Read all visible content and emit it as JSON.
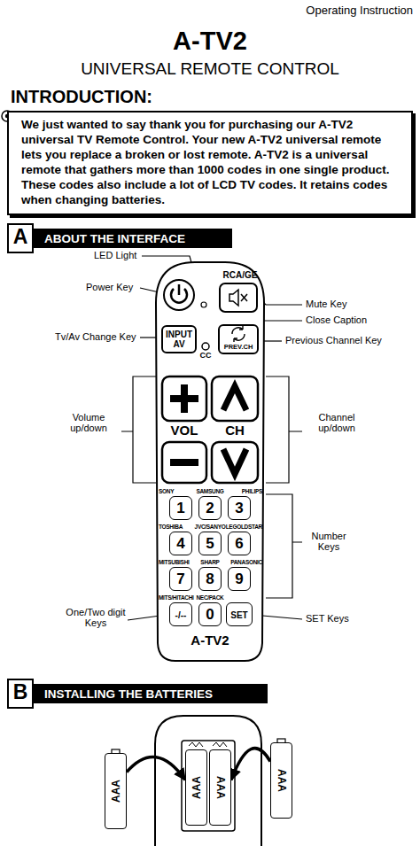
{
  "diagram": {
    "title": "A-TV2",
    "nodes": [
      {
        "text": [
          "INTRODUCTION:",
          "We just wanted to say thank you for purchasing our A-TV2 universal TV Remote Control. Your new A-TV2 universal remote lets you replace a broken or lost remote. A-TV2 is a universal remote that gathers more than 1000 codes in one single product. These codes also include a lot of LCD TV codes. It retains codes when changing batteries."
        ]
      },
      {
        "text": [
          "A",
          "ABOUT THE INTERFACE"
        ]
      },
      {
        "text": [
          "RCA/GE",
          "CC",
          "VOL",
          "CH",
          "SONY",
          "SAMSUNG",
          "PHILIPS",
          "TOSHIBA",
          "JVC/SANYO",
          "LEGOLDSTAR",
          "MITSUBISHI",
          "SHARP",
          "PANASONIC",
          "MITS/HITACHI",
          "NEC/PACK",
          "A-TV2"
        ]
      },
      {
        "text": [
          "INPUT AV"
        ],
        "in": 2
      },
      {
        "text": [
          "PREV.CH"
        ],
        "in": 2
      },
      {
        "text": [
          "1"
        ],
        "in": 2
      },
      {
        "text": [
          "2"
        ],
        "in": 2
      },
      {
        "text": [
          "3"
        ],
        "in": 2
      },
      {
        "text": [
          "4"
        ],
        "in": 2
      },
      {
        "text": [
          "5"
        ],
        "in": 2
      },
      {
        "text": [
          "6"
        ],
        "in": 2
      },
      {
        "text": [
          "7"
        ],
        "in": 2
      },
      {
        "text": [
          "8"
        ],
        "in": 2
      },
      {
        "text": [
          "9"
        ],
        "in": 2
      },
      {
        "text": [
          "-/--"
        ],
        "in": 2
      },
      {
        "text": [
          "0"
        ],
        "in": 2
      },
      {
        "text": [
          "SET"
        ],
        "in": 2
      },
      {
        "text": [
          "B",
          "INSTALLING THE BATTERIES"
        ]
      },
      {
        "text": [
          "AAA"
        ]
      },
      {
        "text": [
          "AAA"
        ]
      },
      {
        "text": [
          "AAA"
        ]
      },
      {
        "text": [
          "AAA"
        ]
      }
    ],
    "edges": [
      {
        "from": 18,
        "to": 19,
        "arrow": "to"
      },
      {
        "from": 21,
        "to": 20,
        "arrow": "to"
      }
    ],
    "labels": [
      "Operating Instruction",
      "UNIVERSAL REMOTE CONTROL",
      "LED Light",
      "Power Key",
      "Tv/Av Change Key",
      "Volume up/down",
      "One/Two digit Keys",
      "Mute Key",
      "Close Caption",
      "Previous Channel Key",
      "Channel up/down",
      "Number Keys",
      "SET Keys"
    ]
  }
}
